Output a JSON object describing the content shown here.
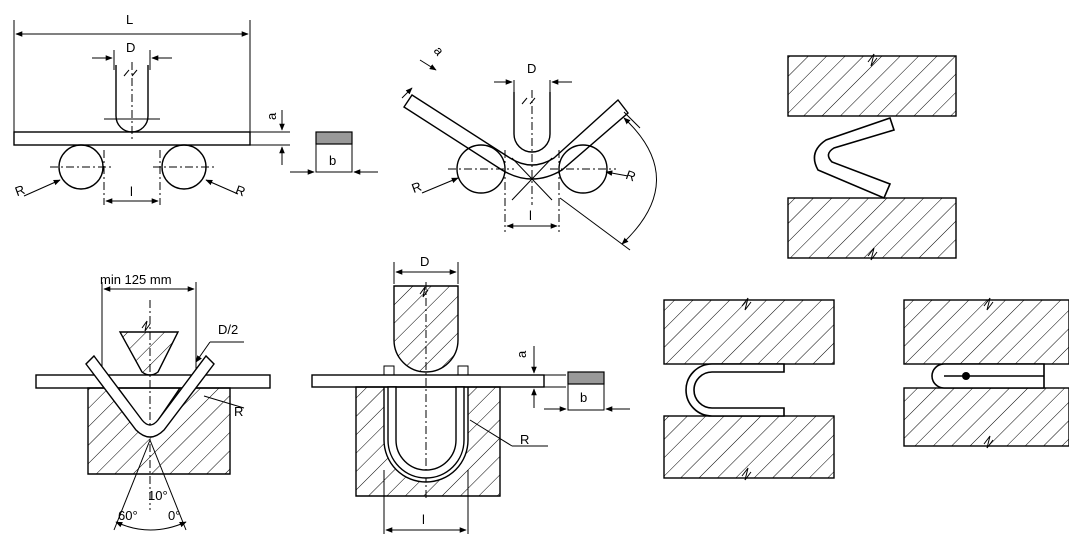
{
  "labels": {
    "L": "L",
    "D": "D",
    "a": "a",
    "b": "b",
    "R": "R",
    "l": "l",
    "min125": "min 125 mm",
    "D2": "D/2",
    "deg10": "10°",
    "deg60": "60°",
    "deg0": "0°"
  },
  "colors": {
    "ink": "#000000",
    "background": "#ffffff",
    "specimen_fill": "#999999"
  }
}
